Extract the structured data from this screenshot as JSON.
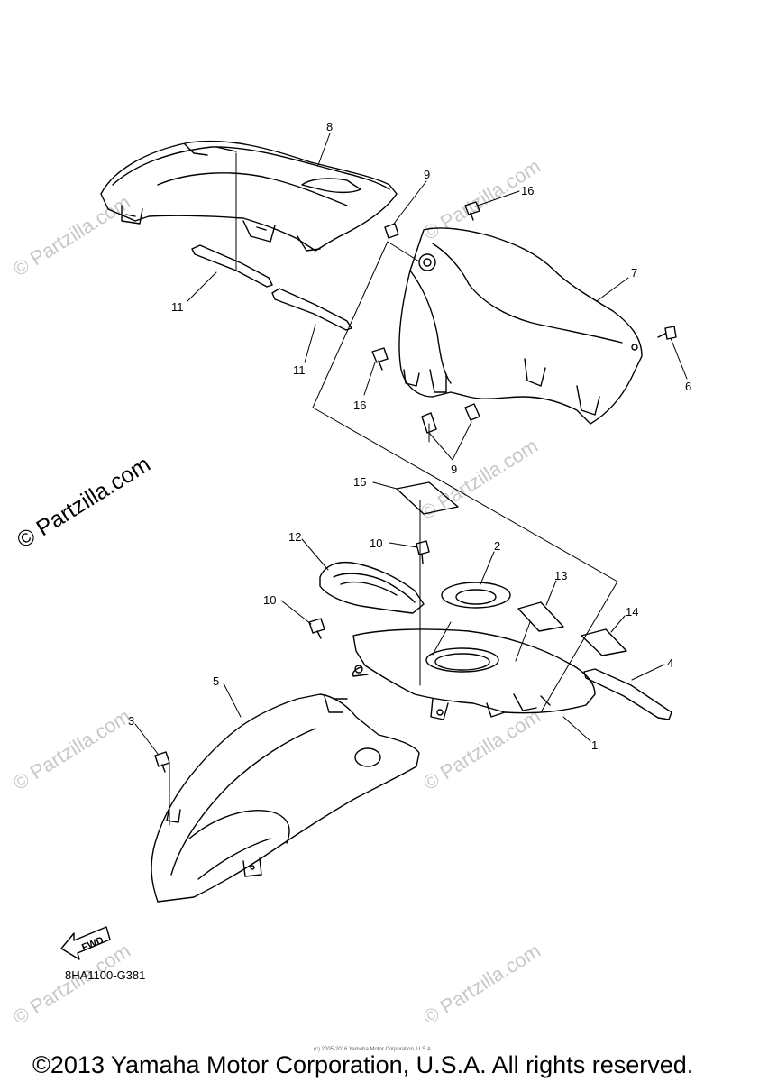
{
  "watermark": "© Partzilla.com",
  "watermark_large": "© Partzilla.com",
  "callouts": [
    {
      "id": "c8",
      "label": "8"
    },
    {
      "id": "c9a",
      "label": "9"
    },
    {
      "id": "c16a",
      "label": "16"
    },
    {
      "id": "c7",
      "label": "7"
    },
    {
      "id": "c11a",
      "label": "11"
    },
    {
      "id": "c11b",
      "label": "11"
    },
    {
      "id": "c16b",
      "label": "16"
    },
    {
      "id": "c6",
      "label": "6"
    },
    {
      "id": "c9b",
      "label": "9"
    },
    {
      "id": "c15",
      "label": "15"
    },
    {
      "id": "c12",
      "label": "12"
    },
    {
      "id": "c10a",
      "label": "10"
    },
    {
      "id": "c2",
      "label": "2"
    },
    {
      "id": "c13",
      "label": "13"
    },
    {
      "id": "c10b",
      "label": "10"
    },
    {
      "id": "c14",
      "label": "14"
    },
    {
      "id": "c5",
      "label": "5"
    },
    {
      "id": "c4",
      "label": "4"
    },
    {
      "id": "c3",
      "label": "3"
    },
    {
      "id": "c1",
      "label": "1"
    }
  ],
  "fwd_label": "FWD",
  "diagram_code": "8HA1100-G381",
  "tiny_notice": "(c) 2005-2016 Yamaha Motor Corporation, U.S.A.",
  "copyright": "©2013 Yamaha Motor Corporation, U.S.A. All rights reserved."
}
